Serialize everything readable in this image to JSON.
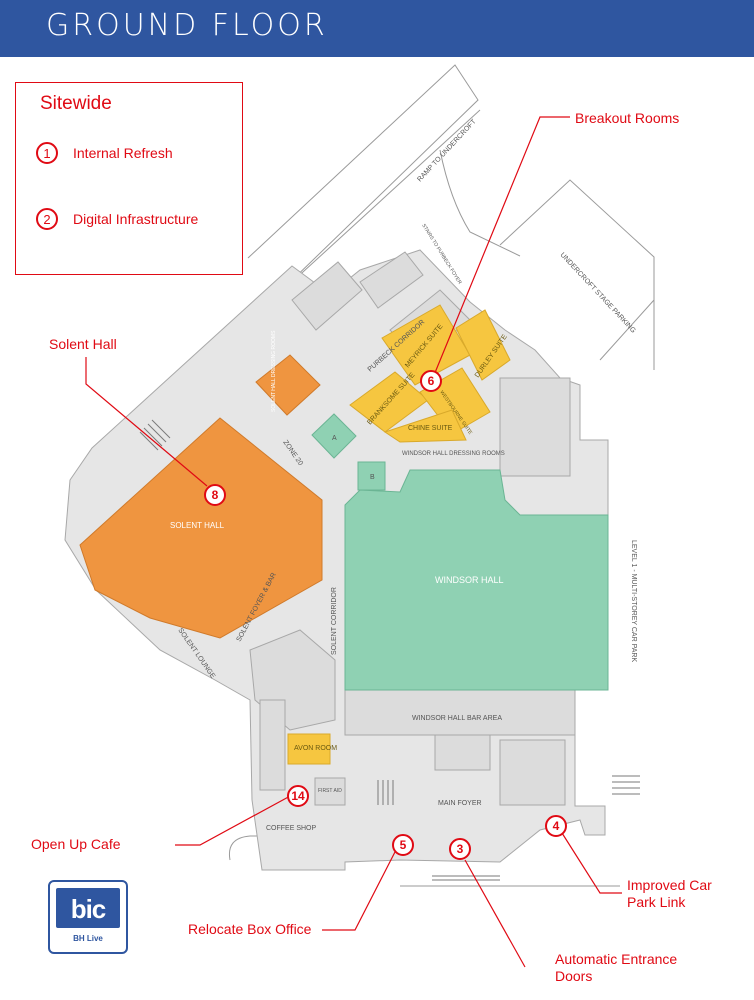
{
  "header": {
    "title": "GROUND FLOOR"
  },
  "legend": {
    "title": "Sitewide",
    "items": [
      {
        "number": "1",
        "label": "Internal Refresh"
      },
      {
        "number": "2",
        "label": "Digital Infrastructure"
      }
    ]
  },
  "callouts": {
    "breakout_rooms": "Breakout Rooms",
    "solent_hall": "Solent Hall",
    "open_up_cafe": "Open Up Cafe",
    "relocate_box_office": "Relocate Box Office",
    "automatic_entrance_doors": "Automatic Entrance Doors",
    "improved_car_park_link": "Improved Car Park Link"
  },
  "markers": [
    "6",
    "8",
    "14",
    "5",
    "3",
    "4"
  ],
  "map_labels": {
    "ramp": "RAMP TO UNDERCROFT",
    "undercroft": "UNDERCROFT STAGE PARKING",
    "stairs": "STAIRS TO PURBECK FOYER",
    "purbeck_corridor": "PURBECK CORRIDOR",
    "meyrick": "MEYRICK SUITE",
    "durley": "DURLEY SUITE",
    "branksome": "BRANKSOME SUITE",
    "westbourne": "WESTBOURNE SUITE",
    "chine": "CHINE SUITE",
    "dressing_solent": "SOLENT HALL DRESSING ROOMS",
    "dressing_windsor": "WINDSOR HALL DRESSING ROOMS",
    "zone20": "ZONE 20",
    "room_a": "A",
    "room_b": "B",
    "solent_hall": "SOLENT HALL",
    "windsor_hall": "WINDSOR HALL",
    "car_park": "LEVEL 1 - MULTI-STOREY CAR PARK",
    "solent_foyer": "SOLENT FOYER & BAR",
    "solent_corridor": "SOLENT CORRIDOR",
    "solent_lounge": "SOLENT LOUNGE",
    "windsor_bar": "WINDSOR HALL BAR AREA",
    "avon_room": "AVON ROOM",
    "first_aid": "FIRST AID",
    "main_foyer": "MAIN FOYER",
    "coffee_shop": "COFFEE SHOP"
  },
  "logo": {
    "mark": "bic",
    "subtitle": "BH Live"
  },
  "colors": {
    "header": "#2f56a0",
    "accent_red": "#e00a14",
    "solent_hall": "#ef9540",
    "windsor_hall": "#8fd1b3",
    "suites": "#f6c640",
    "floor": "#e6e6e6"
  }
}
